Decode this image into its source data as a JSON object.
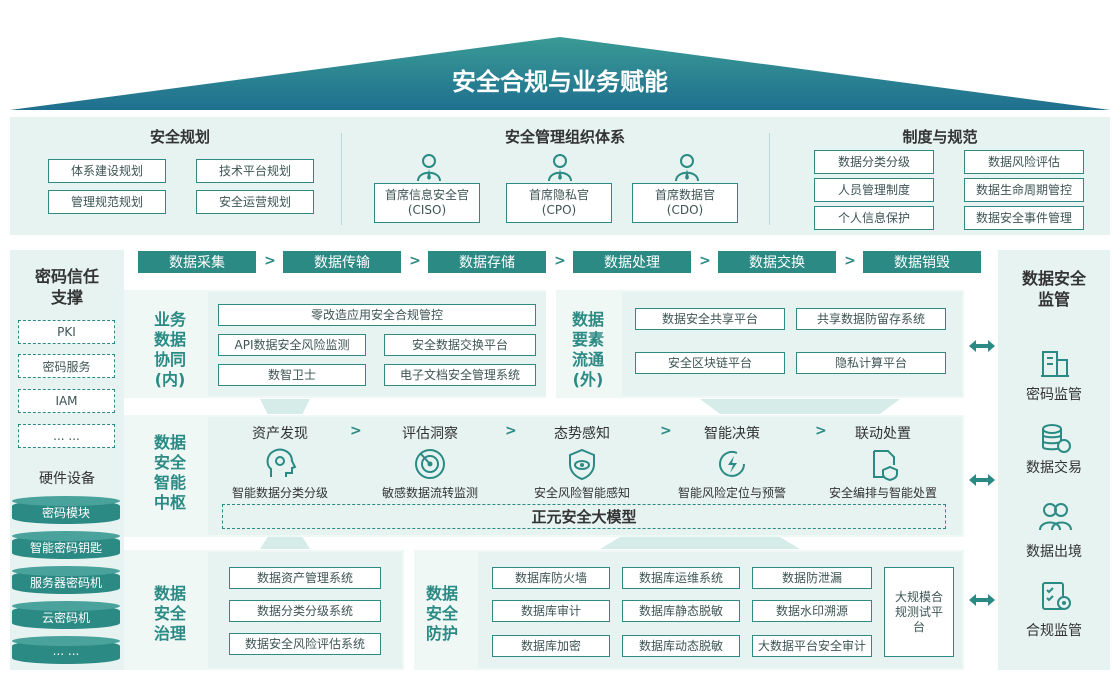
{
  "roof_title": "安全合规与业务赋能",
  "top": {
    "planning": {
      "title": "安全规划",
      "items": [
        "体系建设规划",
        "技术平台规划",
        "管理规范规划",
        "安全运营规划"
      ]
    },
    "org": {
      "title": "安全管理组织体系",
      "roles": [
        {
          "name": "首席信息安全官",
          "abbr": "(CISO)"
        },
        {
          "name": "首席隐私官",
          "abbr": "(CPO)"
        },
        {
          "name": "首席数据官",
          "abbr": "(CDO)"
        }
      ]
    },
    "policy": {
      "title": "制度与规范",
      "items": [
        "数据分类分级",
        "数据风险评估",
        "人员管理制度",
        "数据生命周期管控",
        "个人信息保护",
        "数据安全事件管理"
      ]
    }
  },
  "left": {
    "title": "密码信任支撑",
    "items": [
      "PKI",
      "密码服务",
      "IAM",
      "... ..."
    ],
    "hardware_label": "硬件设备",
    "hardware": [
      "密码模块",
      "智能密码钥匙",
      "服务器密码机",
      "云密码机",
      "... ..."
    ]
  },
  "lifecycle": [
    "数据采集",
    "数据传输",
    "数据存储",
    "数据处理",
    "数据交换",
    "数据销毁"
  ],
  "chevron": ">",
  "biz": {
    "title": "业务数据协同（内）",
    "full": "零改造应用安全合规管控",
    "items": [
      "API数据安全风险监测",
      "安全数据交换平台",
      "数智卫士",
      "电子文档安全管理系统"
    ]
  },
  "elem": {
    "title": "数据要素流通（外）",
    "items": [
      "数据安全共享平台",
      "共享数据防留存系统",
      "安全区块链平台",
      "隐私计算平台"
    ]
  },
  "hub": {
    "title": "数据安全智能中枢",
    "steps": [
      "资产发现",
      "评估洞察",
      "态势感知",
      "智能决策",
      "联动处置"
    ],
    "subs": [
      "智能数据分类分级",
      "敏感数据流转监测",
      "安全风险智能感知",
      "智能风险定位与预警",
      "安全编排与智能处置"
    ],
    "icons": [
      "head-gear-icon",
      "radar-icon",
      "shield-eye-icon",
      "lightning-cycle-icon",
      "shield-doc-icon"
    ],
    "model": "正元安全大模型"
  },
  "gov": {
    "title": "数据安全治理",
    "items": [
      "数据资产管理系统",
      "数据分类分级系统",
      "数据安全风险评估系统"
    ]
  },
  "prot": {
    "title": "数据安全防护",
    "items": [
      "数据库防火墙",
      "数据库运维系统",
      "数据防泄漏",
      "数据库审计",
      "数据库静态脱敏",
      "数据水印溯源",
      "数据库加密",
      "数据库动态脱敏",
      "大数据平台安全审计"
    ],
    "test": "大规模合规测试平台"
  },
  "right": {
    "title": "数据安全监管",
    "items": [
      "密码监管",
      "数据交易",
      "数据出境",
      "合规监管"
    ],
    "icons": [
      "building-icon",
      "coin-stack-icon",
      "users-icon",
      "checklist-icon"
    ]
  },
  "colors": {
    "teal": "#2c8a84",
    "light": "#e6f3f1"
  }
}
